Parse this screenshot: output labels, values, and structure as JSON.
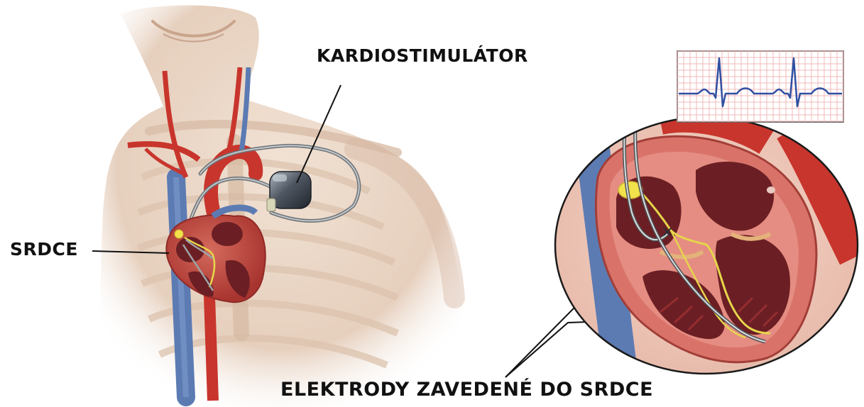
{
  "labels": {
    "pacemaker": "KARDIOSTIMULÁTOR",
    "heart": "SRDCE",
    "leads": "ELEKTRODY ZAVEDENÉ DO SRDCE"
  },
  "colors": {
    "skin": "#e9d6c6",
    "skin_shadow": "#d9bfab",
    "artery": "#c8352c",
    "vein": "#5c7bb3",
    "myocardium": "#b8413a",
    "chamber": "#6b1f24",
    "lead_wire": "#7f8488",
    "conduction": "#e6d64b",
    "ecg_trace": "#2f4fa2",
    "ecg_grid": "#f1b9b9",
    "label_text": "#111111"
  }
}
